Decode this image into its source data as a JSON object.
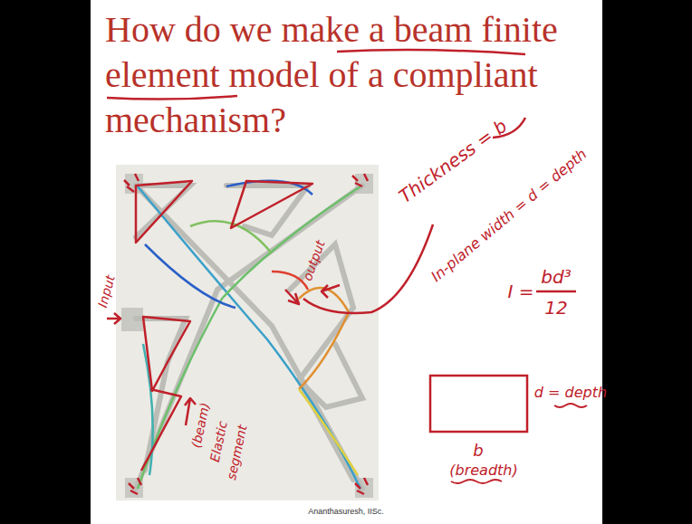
{
  "diagram": {
    "title": "How do we make a beam finite element model of a compliant mechanism?",
    "labels": [
      "Thickness = b",
      "In-plane width = d = depth",
      "I =",
      "bd³",
      "12",
      "d = depth",
      "b",
      "(breadth)",
      "Input",
      "output",
      "(beam)",
      "Elastic",
      "segment",
      "Ananthasuresh, IISc."
    ]
  }
}
